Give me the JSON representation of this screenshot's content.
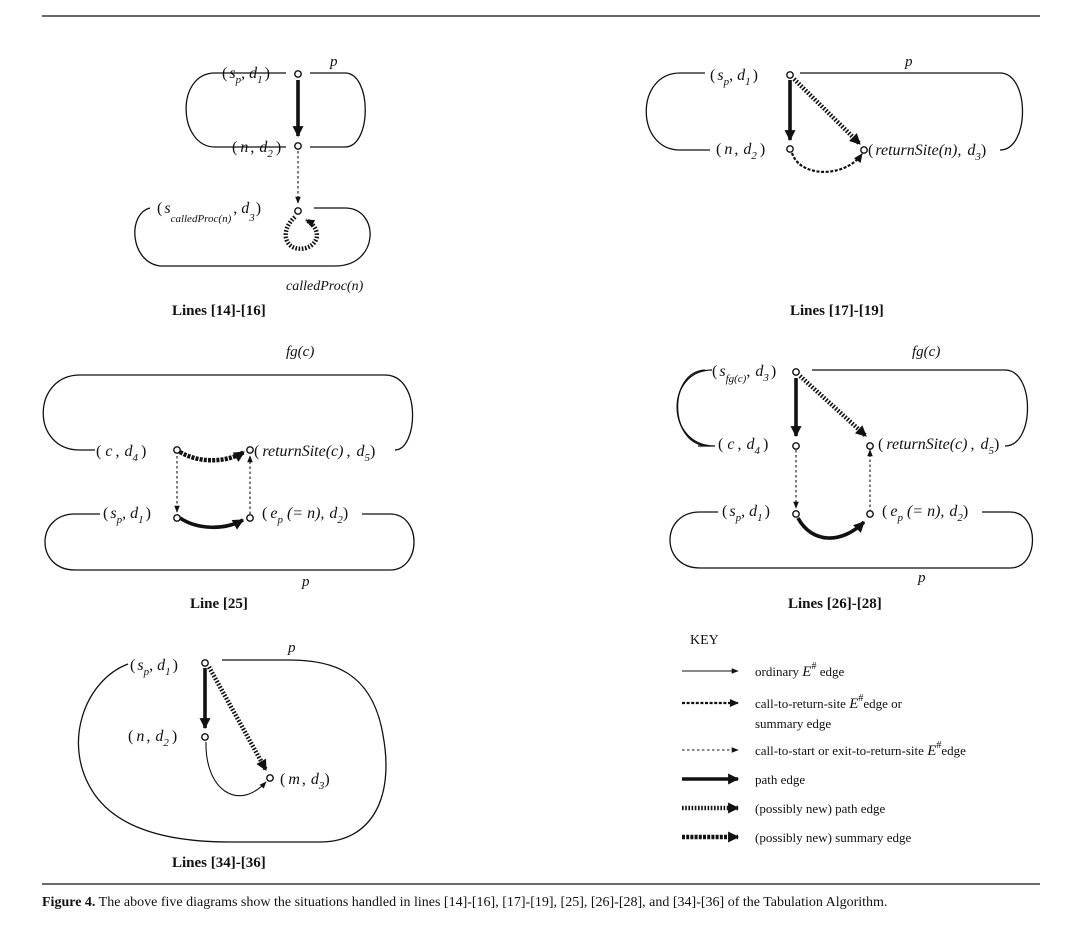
{
  "figure": {
    "caption_label": "Figure 4.",
    "caption_text": " The above five diagrams show the situations handled in lines [14]-[16], [17]-[19], [25], [26]-[28], and [34]-[36] of the Tabulation Algorithm."
  },
  "panels": {
    "p1": {
      "caption": "Lines [14]-[16]",
      "proc_top": "p",
      "proc_bottom": "calledProc(n)",
      "n_open": "(",
      "n1_s": "s",
      "n1_sub": "p",
      "n1_comma": ",",
      "n1_d": "d",
      "n1_dsub": "1",
      "n_close": ")",
      "n2_n": "n",
      "n2_d": "d",
      "n2_dsub": "2",
      "n3_s": "s",
      "n3_sub": "calledProc(n)",
      "n3_d": "d",
      "n3_dsub": "3"
    },
    "p2": {
      "caption": "Lines [17]-[19]",
      "proc_top": "p",
      "n4_label": "returnSite(n),",
      "n4_d": "d",
      "n4_dsub": "3"
    },
    "p3": {
      "caption": "Line [25]",
      "proc_top": "fg(c)",
      "proc_bottom": "p",
      "c_c": "c",
      "c_d": "d",
      "c_dsub": "4",
      "rs_label": "returnSite(c)",
      "rs_d": "d",
      "rs_dsub": "5",
      "ep_e": "e",
      "ep_esub": "p",
      "ep_eq": "(= n),",
      "ep_d": "d",
      "ep_dsub": "2"
    },
    "p4": {
      "caption": "Lines [26]-[28]",
      "proc_top": "fg(c)",
      "proc_bottom": "p",
      "s_sub": "fg(c)",
      "s_dsub": "3"
    },
    "p5": {
      "caption": "Lines [34]-[36]",
      "proc_top": "p",
      "m_m": "m",
      "m_d": "d",
      "m_dsub": "3"
    }
  },
  "key": {
    "title": "KEY",
    "items": [
      {
        "style": "ordinary",
        "label_pre": "ordinary ",
        "label_E": "E",
        "label_sup": "#",
        "label_post": " edge",
        "label_line2": ""
      },
      {
        "style": "call-to-return",
        "label_pre": "call-to-return-site ",
        "label_E": "E",
        "label_sup": "#",
        "label_post": "edge or",
        "label_line2": "summary edge"
      },
      {
        "style": "call-to-start",
        "label_pre": "call-to-start or exit-to-return-site ",
        "label_E": "E",
        "label_sup": "#",
        "label_post": "edge",
        "label_line2": ""
      },
      {
        "style": "path",
        "label_pre": "path edge",
        "label_E": "",
        "label_sup": "",
        "label_post": "",
        "label_line2": ""
      },
      {
        "style": "possibly-new-path",
        "label_pre": "(possibly new)  path edge",
        "label_E": "",
        "label_sup": "",
        "label_post": "",
        "label_line2": ""
      },
      {
        "style": "possibly-new-summary",
        "label_pre": "(possibly new) summary edge",
        "label_E": "",
        "label_sup": "",
        "label_post": "",
        "label_line2": ""
      }
    ]
  }
}
